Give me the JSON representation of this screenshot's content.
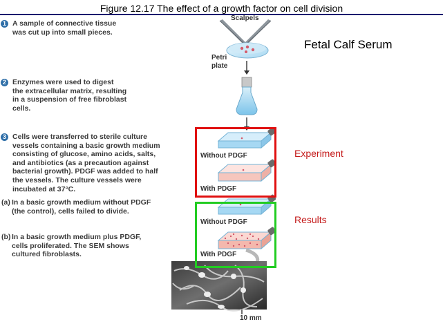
{
  "title": "Figure 12.17 The effect of a growth factor on cell division",
  "steps": [
    {
      "num": "1",
      "lines": [
        "A sample of connective tissue",
        "was cut up into small pieces."
      ]
    },
    {
      "num": "2",
      "lines": [
        "Enzymes were used to digest",
        "the extracellular matrix, resulting",
        "in a suspension of free fibroblast",
        "cells."
      ]
    },
    {
      "num": "3",
      "lines": [
        "Cells were transferred to sterile culture",
        "vessels containing a basic growth medium",
        "consisting of glucose, amino acids, salts,",
        "and antibiotics (as a precaution against",
        "bacterial growth). PDGF was added to half",
        "the vessels. The culture vessels were",
        "incubated at 37°C."
      ]
    }
  ],
  "substeps": [
    {
      "label": "(a)",
      "lines": [
        "In a basic growth medium without PDGF",
        "(the control), cells failed to divide."
      ]
    },
    {
      "label": "(b)",
      "lines": [
        "In a basic growth medium plus PDGF,",
        "cells proliferated. The SEM shows",
        "cultured fibroblasts."
      ]
    }
  ],
  "figure_labels": {
    "scalpels": "Scalpels",
    "petri_plate": [
      "Petri",
      "plate"
    ],
    "without1": "Without PDGF",
    "with1": "With PDGF",
    "without2": "Without PDGF",
    "with2": "With PDGF",
    "scale": "10 mm"
  },
  "annotations": {
    "serum": "Fetal Calf Serum",
    "experiment": "Experiment",
    "results": "Results"
  },
  "colors": {
    "step_badge": "#2f6fa8",
    "experiment_box": "#e01010",
    "results_box": "#22cc22",
    "annotation_text": "#c41a1a",
    "title_rule": "#1a1a6e"
  }
}
